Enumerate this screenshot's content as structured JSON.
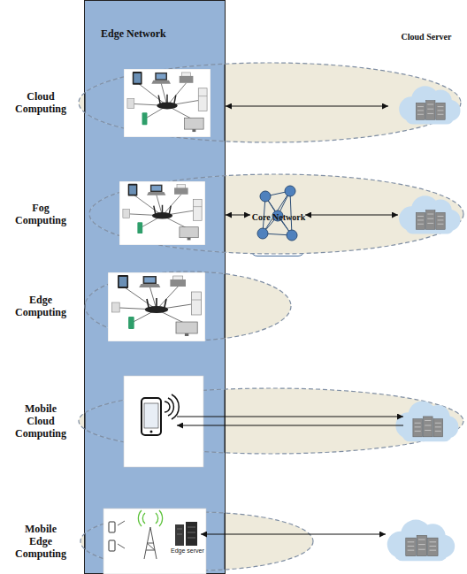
{
  "diagram": {
    "nodes": [
      {
        "text": [
          "Edge Network"
        ]
      },
      {
        "text": [
          "Cloud Server"
        ]
      },
      {
        "text": [
          "Cloud Computing"
        ]
      },
      {
        "text": [
          "Fog Computing"
        ]
      },
      {
        "text": [
          "Core Network"
        ],
        "in": 3
      },
      {
        "text": [
          "Edge Computing"
        ]
      },
      {
        "text": [
          "Mobile Cloud Computing"
        ]
      },
      {
        "text": [
          "Mobile Edge Computing"
        ]
      }
    ],
    "edges": [
      {
        "from": 0,
        "to": 1,
        "arrow": "both"
      },
      {
        "from": 0,
        "to": 4,
        "arrow": "both"
      }
    ],
    "labels": [
      "Edge server"
    ]
  }
}
